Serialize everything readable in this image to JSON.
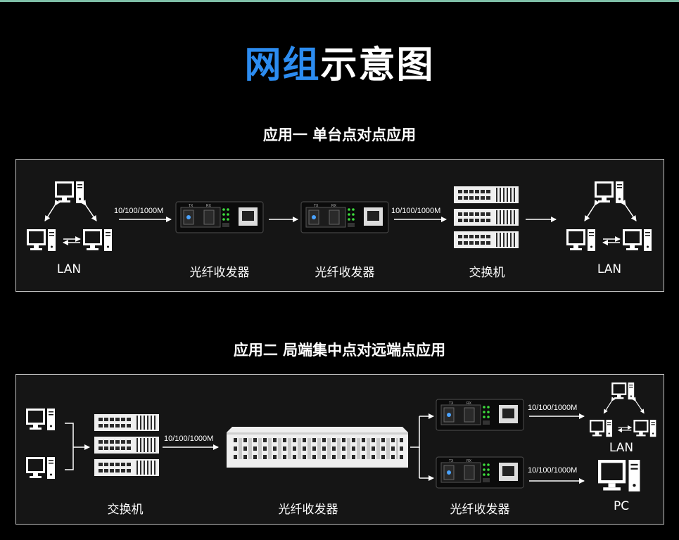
{
  "title": {
    "highlight": "网组",
    "rest": "示意图",
    "highlight_color": "#2c8cf0"
  },
  "section1": {
    "heading": "应用一  单台点对点应用",
    "labels": {
      "lan_left": "LAN",
      "converter_1": "光纤收发器",
      "converter_2": "光纤收发器",
      "switch": "交换机",
      "lan_right": "LAN"
    },
    "speed_1": "10/100/1000M",
    "speed_2": "10/100/1000M"
  },
  "section2": {
    "heading": "应用二  局端集中点对远端点应用",
    "labels": {
      "switch": "交换机",
      "rack": "光纤收发器",
      "converters": "光纤收发器",
      "lan": "LAN",
      "pc": "PC"
    },
    "speed_1": "10/100/1000M",
    "speed_2": "10/100/1000M",
    "speed_3": "10/100/1000M"
  },
  "device_text": {
    "tx": "TX",
    "rx": "RX"
  }
}
